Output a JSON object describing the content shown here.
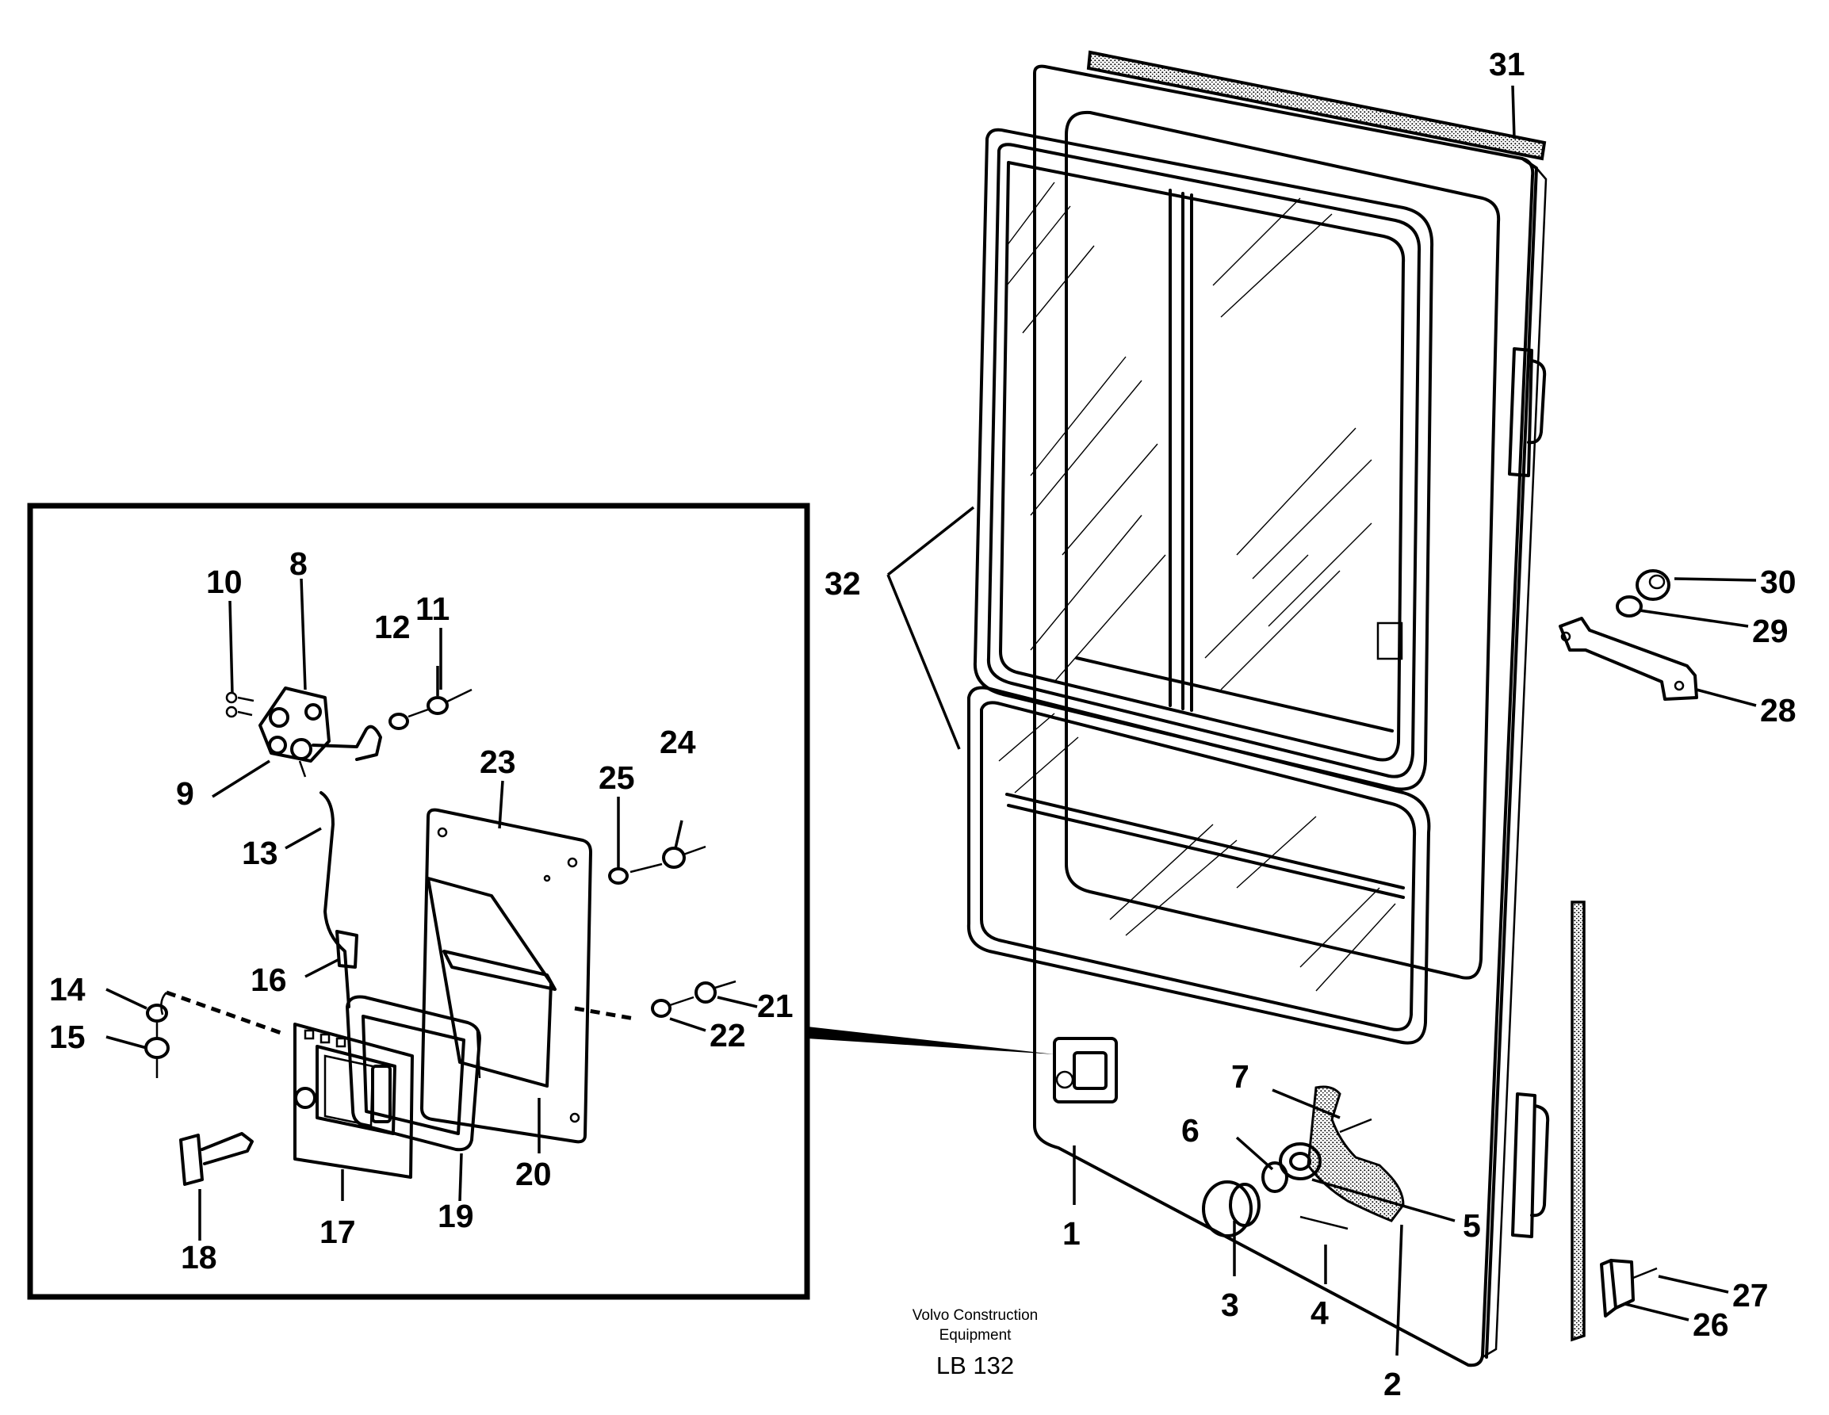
{
  "labels": {
    "l1": "1",
    "l2": "2",
    "l3": "3",
    "l4": "4",
    "l5": "5",
    "l6": "6",
    "l7": "7",
    "l8": "8",
    "l9": "9",
    "l10": "10",
    "l11": "11",
    "l12": "12",
    "l13": "13",
    "l14": "14",
    "l15": "15",
    "l16": "16",
    "l17": "17",
    "l18": "18",
    "l19": "19",
    "l20": "20",
    "l21": "21",
    "l22": "22",
    "l23": "23",
    "l24": "24",
    "l25": "25",
    "l26": "26",
    "l27": "27",
    "l28": "28",
    "l29": "29",
    "l30": "30",
    "l31": "31",
    "l32": "32"
  },
  "caption": {
    "line1": "Volvo Construction",
    "line2": "Equipment",
    "code": "LB 132"
  }
}
